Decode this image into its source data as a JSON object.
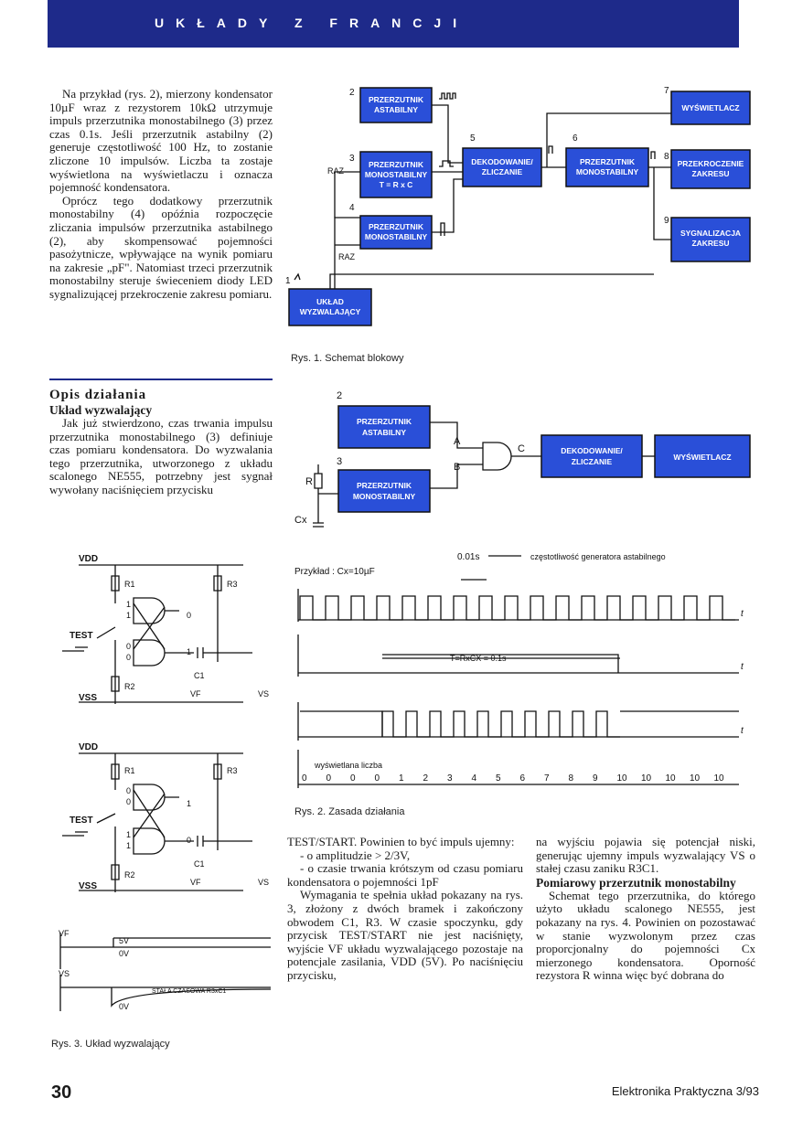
{
  "header": {
    "title": "UKŁADY Z FRANCJI"
  },
  "left_top": {
    "p1": "Na przykład (rys. 2), mierzony kondensator 10µF wraz z rezystorem 10kΩ utrzymuje impuls przerzutnika monostabilnego (3) przez czas 0.1s. Jeśli przerzutnik astabilny (2) generuje częstotliwość 100 Hz, to zostanie zliczone 10 impulsów. Liczba ta zostaje wyświetlona na wyświetlaczu i oznacza pojemność kondensatora.",
    "p2": "Oprócz tego dodatkowy przerzutnik monostabilny (4) opóźnia rozpoczęcie zliczania impulsów przerzutnika astabilnego (2), aby skompensować pojemności pasożytnicze, wpływające na wynik pomiaru na zakresie „pF\". Natomiast trzeci przerzutnik monostabilny steruje świeceniem diody LED sygnalizującej przekroczenie zakresu pomiaru."
  },
  "opis": {
    "heading": "Opis działania",
    "subheading": "Układ wyzwalający",
    "p1": "Jak już stwierdzono, czas trwania impulsu przerzutnika monostabilnego (3) definiuje czas pomiaru kondensatora. Do wyzwalania tego przerzutnika, utworzonego z układu scalonego NE555, potrzebny jest sygnał wywołany naciśnięciem przycisku"
  },
  "bottom_mid": {
    "intro": "TEST/START. Powinien to być impuls ujemny:",
    "b1": "- o amplitudzie > 2/3V,",
    "b2": "- o czasie trwania krótszym od czasu pomiaru kondensatora o pojemności 1pF",
    "p2": "Wymagania te spełnia układ pokazany na rys. 3, złożony z dwóch bramek i zakończony obwodem C1, R3. W czasie spoczynku, gdy przycisk TEST/START nie jest naciśnięty, wyjście VF układu wyzwalającego pozostaje na potencjale zasilania, VDD (5V). Po naciśnięciu przycisku,"
  },
  "bottom_right": {
    "p1": "na wyjściu pojawia się potencjał niski, generując ujemny impuls wyzwalający VS o stałej czasu zaniku R3C1.",
    "heading": "Pomiarowy przerzutnik monostabilny",
    "p2": "Schemat tego przerzutnika, do którego użyto układu scalonego NE555, jest pokazany na rys. 4. Powinien on pozostawać w stanie wyzwolonym przez czas proporcjonalny do pojemności Cx mierzonego kondensatora. Oporność rezystora R winna więc być dobrana do"
  },
  "fig1": {
    "caption": "Rys. 1. Schemat blokowy",
    "blocks": {
      "astab": [
        "PRZERZUTNIK",
        "ASTABILNY"
      ],
      "mono3": [
        "PRZERZUTNIK",
        "MONOSTABILNY",
        "T = R x C"
      ],
      "mono4": [
        "PRZERZUTNIK",
        "MONOSTABILNY"
      ],
      "dekod": [
        "DEKODOWANIE/",
        "ZLICZANIE"
      ],
      "mono6": [
        "PRZERZUTNIK",
        "MONOSTABILNY"
      ],
      "wysw": [
        "WYŚWIETLACZ"
      ],
      "przekr": [
        "PRZEKROCZENIE",
        "ZAKRESU"
      ],
      "sygn": [
        "SYGNALIZACJA",
        "ZAKRESU"
      ],
      "trig": [
        "UKŁAD",
        "WYZWALAJĄCY"
      ]
    },
    "numbers": [
      "2",
      "3",
      "4",
      "5",
      "6",
      "7",
      "8",
      "9",
      "1"
    ],
    "raz": "RAZ"
  },
  "fig_logic": {
    "blocks": {
      "astab": [
        "PRZERZUTNIK",
        "ASTABILNY"
      ],
      "mono": [
        "PRZERZUTNIK",
        "MONOSTABILNY"
      ],
      "dekod": [
        "DEKODOWANIE/",
        "ZLICZANIE"
      ],
      "wysw": [
        "WYŚWIETLACZ"
      ]
    },
    "labels": {
      "n2": "2",
      "n3": "3",
      "a": "A",
      "b": "B",
      "c": "C",
      "r": "R",
      "cx": "Cx"
    }
  },
  "fig2": {
    "caption": "Rys. 2. Zasada działania",
    "example": "Przykład : Cx=10µF",
    "freq_value": "0.01s",
    "freq_label": "częstotliwość generatora astabilnego",
    "pulse_label": "T=RxCX = 0.1s",
    "display_label": "wyświetlana liczba",
    "t": "t",
    "counts": [
      "0",
      "0",
      "0",
      "0",
      "1",
      "2",
      "3",
      "4",
      "5",
      "6",
      "7",
      "8",
      "9",
      "10",
      "10",
      "10",
      "10",
      "10"
    ]
  },
  "fig3": {
    "caption": "Rys. 3. Układ wyzwalający",
    "vdd": "VDD",
    "vss": "VSS",
    "test": "TEST",
    "r1": "R1",
    "r2": "R2",
    "r3": "R3",
    "c1": "C1",
    "vf": "VF",
    "vs": "VS",
    "v5": "5V",
    "v0": "0V",
    "time_const": "STAŁA CZASOWA R3xC1",
    "logic_top": [
      "1",
      "1",
      "0",
      "0"
    ],
    "logic_bottom": [
      "0",
      "0",
      "1",
      "1"
    ],
    "out_top": "0",
    "out_top2": "1",
    "out_bottom": "1",
    "out_bottom2": "0"
  },
  "footer": {
    "page": "30",
    "journal": "Elektronika Praktyczna 3/93"
  }
}
